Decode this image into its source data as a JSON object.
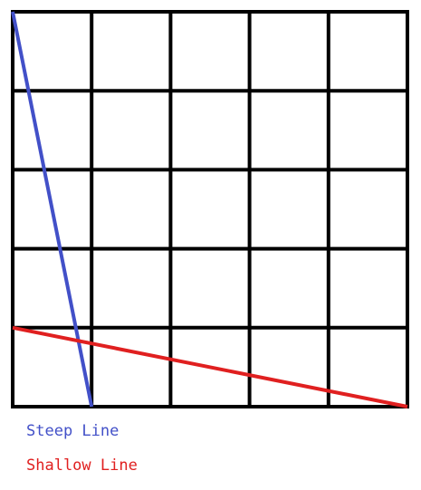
{
  "grid": {
    "cells": 5,
    "line_color": "#000000"
  },
  "lines": [
    {
      "name": "steep",
      "label": "Steep Line",
      "color": "#4250C8",
      "from": [
        0,
        5
      ],
      "to": [
        1,
        0
      ]
    },
    {
      "name": "shallow",
      "label": "Shallow Line",
      "color": "#E02020",
      "from": [
        0,
        1
      ],
      "to": [
        5,
        0
      ]
    }
  ]
}
